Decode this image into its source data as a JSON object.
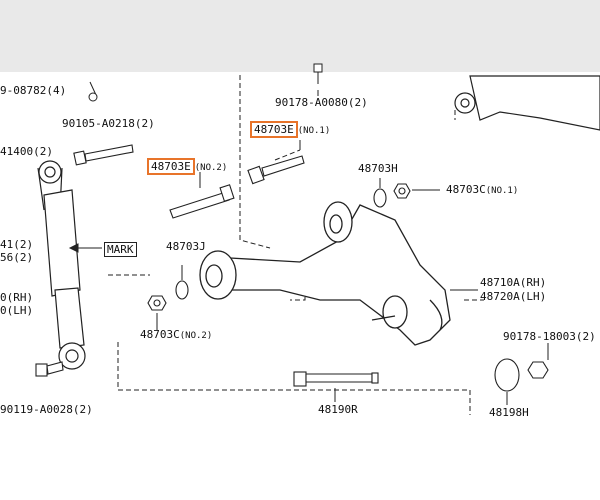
{
  "colors": {
    "highlight": "#e8742a",
    "line": "#222222",
    "background": "#ffffff"
  },
  "labels": {
    "p_90119_08782": "9-08782(4)",
    "p_90105_a0218": "90105-A0218(2)",
    "p_41400": "41400(2)",
    "p_41_frag": "41(2)",
    "p_56_frag": "56(2)",
    "p_rh_frag": "0(RH)",
    "p_lh_frag": "0(LH)",
    "p_90119_a0028": "90119-A0028(2)",
    "mark": "MARK",
    "p_48703e_no2": {
      "num": "48703E",
      "suffix": "(NO.2)"
    },
    "p_48703e_no1": {
      "num": "48703E",
      "suffix": "(NO.1)"
    },
    "p_90178_a0080": "90178-A0080(2)",
    "p_48703h": "48703H",
    "p_48703c_no1": {
      "num": "48703C",
      "suffix": "(NO.1)"
    },
    "p_48703j": "48703J",
    "p_48703c_no2": {
      "num": "48703C",
      "suffix": "(NO.2)"
    },
    "p_48710a": "48710A(RH)",
    "p_48720a": "48720A(LH)",
    "p_90178_18003": "90178-18003(2)",
    "p_48190r": "48190R",
    "p_48198h": "48198H"
  }
}
